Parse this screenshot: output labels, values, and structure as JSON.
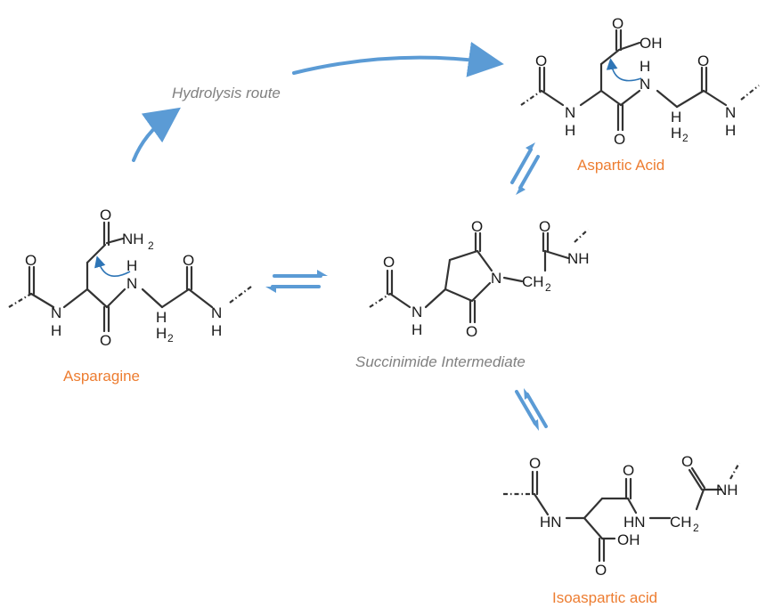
{
  "labels": {
    "asparagine": "Asparagine",
    "aspartic_acid": "Aspartic Acid",
    "succinimide": "Succinimide Intermediate",
    "isoaspartic": "Isoaspartic acid",
    "hydrolysis_route": "Hydrolysis route"
  },
  "atoms": {
    "O": "O",
    "N": "N",
    "H": "H",
    "NH": "NH",
    "HN": "HN",
    "OH": "OH",
    "NH2": "NH",
    "CH2": "CH",
    "sub2": "2"
  },
  "colors": {
    "label_orange": "#ed7d31",
    "label_gray": "#808080",
    "arrow_blue": "#5b9bd5",
    "bond": "#333333"
  }
}
